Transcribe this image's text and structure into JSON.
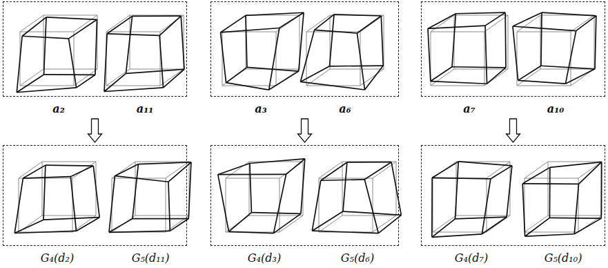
{
  "diagram": {
    "nodes": [
      {
        "text": [
          "a₂",
          "a₁₁"
        ]
      },
      {
        "text": [
          "a₃",
          "a₆"
        ]
      },
      {
        "text": [
          "a₇",
          "a₁₀"
        ]
      },
      {
        "text": [
          "G₄(d₂)",
          "G₅(d₁₁)"
        ]
      },
      {
        "text": [
          "G₄(d₃)",
          "G₅(d₆)"
        ]
      },
      {
        "text": [
          "G₄(d₇)",
          "G₅(d₁₀)"
        ]
      }
    ],
    "edges": [
      {
        "from": 0,
        "to": 3,
        "arrow": "to"
      },
      {
        "from": 1,
        "to": 4,
        "arrow": "to"
      },
      {
        "from": 2,
        "to": 5,
        "arrow": "to"
      }
    ]
  }
}
